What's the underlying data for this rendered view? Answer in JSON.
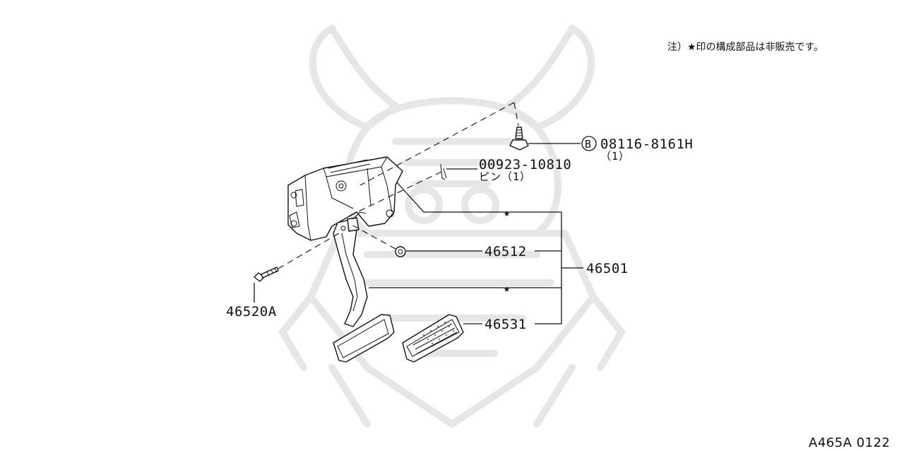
{
  "note": "注）★印の構成部品は非販売です。",
  "diagram_code": "A465A 0122",
  "colors": {
    "line": "#111111",
    "watermark": "#e6e6e6",
    "background": "#ffffff"
  },
  "parts": {
    "bolt_circle_letter": "B",
    "bolt_number": "08116-8161H",
    "bolt_qty": "（1）",
    "pin_number": "00923-10810",
    "pin_qty": "ピン（1）",
    "bushing_number": "46512",
    "assembly_number": "46501",
    "pedal_pad_number": "46531",
    "clevis_bolt_number": "46520A",
    "star_marker": "★"
  }
}
